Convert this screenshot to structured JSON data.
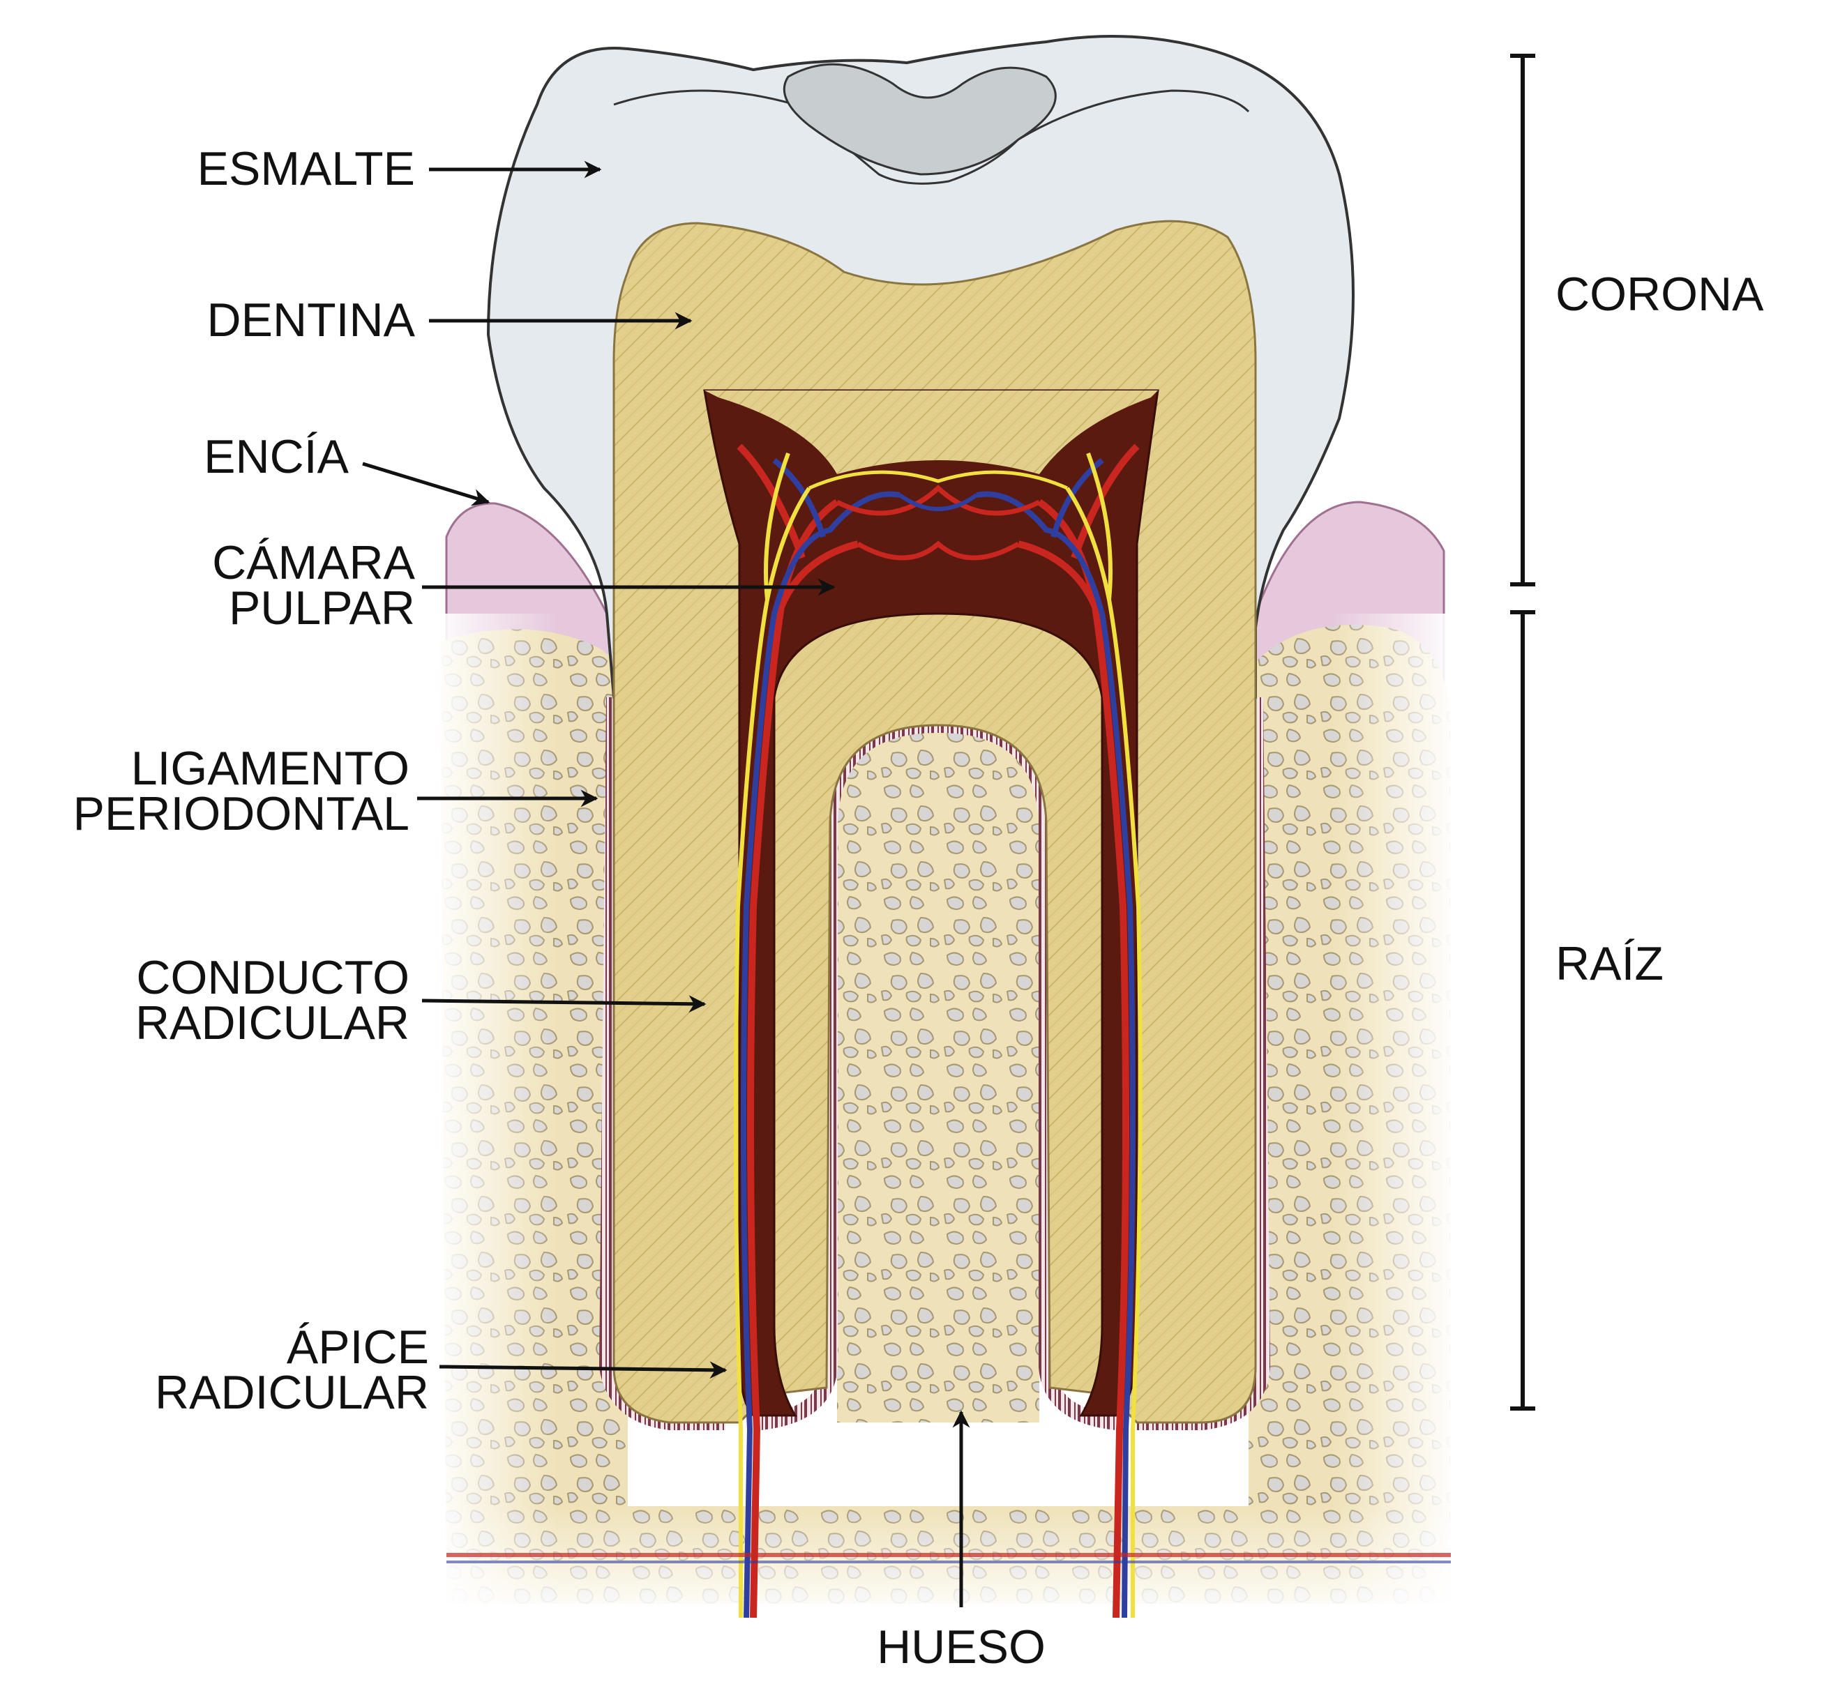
{
  "labels": {
    "esmalte": "ESMALTE",
    "dentina": "DENTINA",
    "encia": "ENCÍA",
    "camara_line1": "CÁMARA",
    "camara_line2": "PULPAR",
    "ligamento_line1": "LIGAMENTO",
    "ligamento_line2": "PERIODONTAL",
    "conducto_line1": "CONDUCTO",
    "conducto_line2": "RADICULAR",
    "apice_line1": "ÁPICE",
    "apice_line2": "RADICULAR",
    "hueso": "HUESO",
    "corona": "CORONA",
    "raiz": "RAÍZ"
  },
  "colors": {
    "enamel": "#e3e9ec",
    "dentin": "#e2cf8c",
    "dentin_line": "#c9b36a",
    "pulp": "#5a1a10",
    "gum": "#e6c8dc",
    "bone": "#efe2b8",
    "bone_pore": "#d3d3d3",
    "ligament": "#8b4a5a",
    "artery": "#c8261e",
    "vein": "#2f3fa0",
    "nerve": "#f0e040",
    "ink": "#111111"
  }
}
